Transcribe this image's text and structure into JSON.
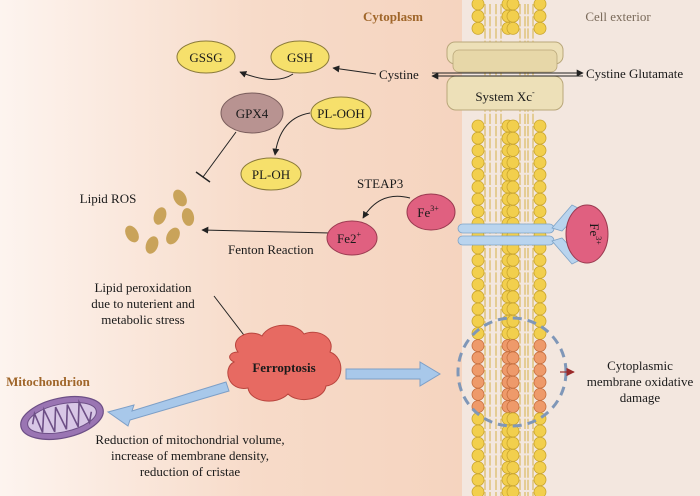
{
  "regions": {
    "cytoplasm": "Cytoplasm",
    "cell_exterior": "Cell exterior",
    "mitochondrion": "Mitochondrion"
  },
  "nodes": {
    "gssg": "GSSG",
    "gsh": "GSH",
    "gpx4": "GPX4",
    "pl_ooh": "PL-OOH",
    "pl_oh": "PL-OH",
    "fe3_in": "Fe",
    "fe3_in_sup": "3+",
    "fe2": "Fe2",
    "fe2_sup": "+",
    "fe3_out": "Fe",
    "fe3_out_sup": "3+",
    "ferroptosis": "Ferroptosis"
  },
  "labels": {
    "cystine_in": "Cystine",
    "cystine_glutamate": "Cystine Glutamate",
    "system_xc": "System Xc",
    "system_xc_sup": "-",
    "steap3": "STEAP3",
    "lipid_ros": "Lipid ROS",
    "fenton": "Fenton Reaction",
    "lipid_perox": [
      "Lipid peroxidation",
      "due to nuterient and",
      "metabolic stress"
    ],
    "membrane_damage": [
      "Cytoplasmic",
      "membrane oxidative",
      "damage"
    ],
    "mito_effects": [
      "Reduction of mitochondrial volume,",
      "increase of membrane density,",
      "reduction of cristae"
    ]
  },
  "colors": {
    "cytoplasm_bg": "#f7ddcc",
    "exterior_bg": "#f2e6de",
    "yellow_node": "#f6e06b",
    "gpx4": "#b89391",
    "iron": "#e06080",
    "ferroptosis": "#e76a62",
    "lipid": "#c9a35a",
    "membrane_head": "#f2cf4d",
    "damaged_head": "#ee9a6a",
    "receptor": "#b9d4ee",
    "transporter": "#ede0b8",
    "mitochondrion": "#9a75b3",
    "blue_arrow": "#a8c8ea",
    "header": "#a0662a"
  }
}
